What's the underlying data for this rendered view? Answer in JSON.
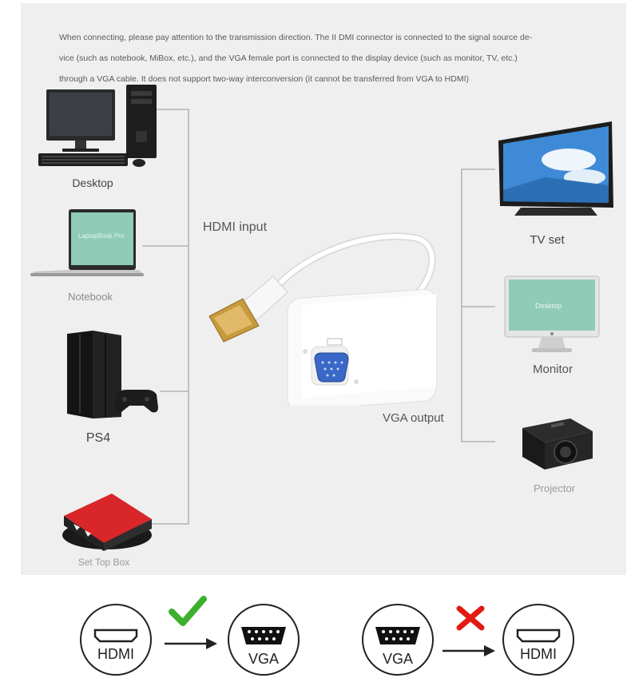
{
  "note_lines": [
    "When connecting, please pay attention to the transmission direction. The II DMI connector is connected to the signal source de-",
    "vice (such as notebook, MiBox, etc.), and the VGA female port is connected to the display device (such as monitor, TV, etc.)",
    "through a VGA cable. It does not support two-way interconversion (it cannot be transferred from VGA to HDMI)"
  ],
  "sources": {
    "desktop": "Desktop",
    "notebook": "Notebook",
    "notebook_screen": "LaptopBook Pro",
    "ps4": "PS4",
    "settopbox": "Set Top Box"
  },
  "displays": {
    "tv": "TV set",
    "monitor": "Monitor",
    "monitor_screen": "Desktop",
    "projector": "Projector"
  },
  "hdmi_input_label": "HDMI input",
  "vga_output_label": "VGA output",
  "directions": [
    {
      "from": "HDMI",
      "to": "VGA",
      "status": "supported",
      "mark": "check-mark"
    },
    {
      "from": "VGA",
      "to": "HDMI",
      "status": "unsupported",
      "mark": "x-mark"
    }
  ],
  "colors": {
    "check": "#3cb02e",
    "cross": "#e11b14",
    "stb_red": "#d8262a",
    "cable": "#ffffff",
    "vga_blue": "#3a68c8",
    "hdmi_gold": "#c79a3c"
  }
}
